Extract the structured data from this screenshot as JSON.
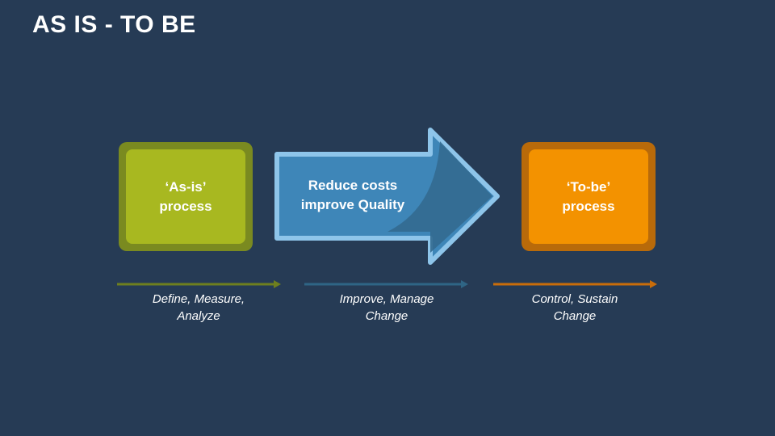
{
  "title": "AS IS - TO BE",
  "as_is": {
    "label": "‘As-is’\nprocess"
  },
  "arrow": {
    "label": "Reduce costs\nimprove Quality"
  },
  "to_be": {
    "label": "‘To-be’\nprocess"
  },
  "phases": [
    {
      "label": "Define, Measure,\nAnalyze",
      "color": "#6e7f1e"
    },
    {
      "label": "Improve, Manage\nChange",
      "color": "#2f6585"
    },
    {
      "label": "Control, Sustain\nChange",
      "color": "#c96d0a"
    }
  ],
  "colors": {
    "background": "#263b55",
    "as_is_fill": "#a8b820",
    "to_be_fill": "#f39200",
    "arrow_fill": "#3e86b8",
    "arrow_border": "#8ec5ea"
  }
}
